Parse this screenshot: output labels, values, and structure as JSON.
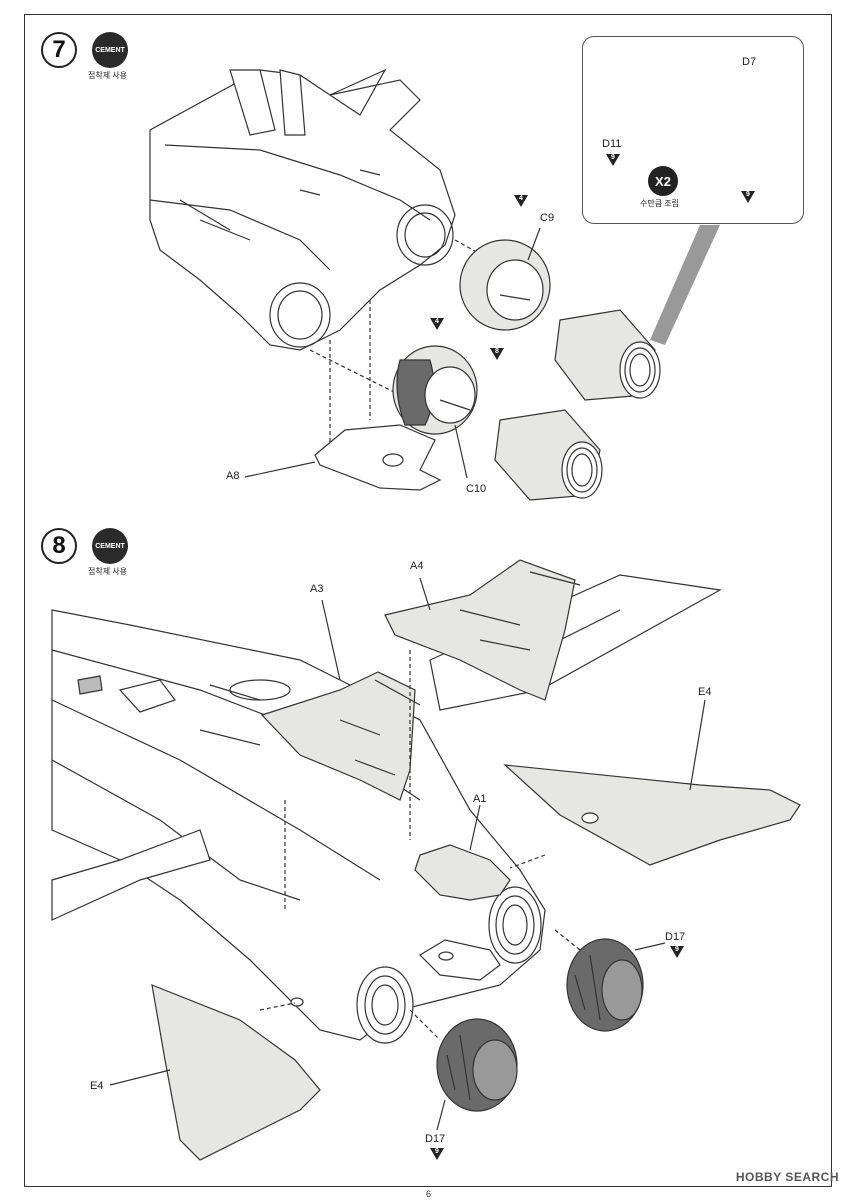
{
  "steps": [
    {
      "number": "7",
      "cement_label": "CEMENT",
      "cement_caption": "접착제 사용"
    },
    {
      "number": "8",
      "cement_label": "CEMENT",
      "cement_caption": "접착제 사용"
    }
  ],
  "inset": {
    "multiplier": "X2",
    "caption": "수만큼 조립",
    "parts": {
      "d7": "D7",
      "d11": "D11"
    },
    "ref_numbers": {
      "d11_ref": "9",
      "d7_ref": "9"
    }
  },
  "step7_parts": {
    "c9": "C9",
    "c10": "C10",
    "a8": "A8",
    "ref_c9": "4",
    "ref_c10_top": "4",
    "ref_c10_side": "8"
  },
  "step8_parts": {
    "a3": "A3",
    "a4": "A4",
    "a1": "A1",
    "e4_right": "E4",
    "e4_left": "E4",
    "d17_right": "D17",
    "d17_left": "D17",
    "ref_d17_right": "9",
    "ref_d17_left": "9"
  },
  "footer": {
    "page_number": "6",
    "watermark": "HOBBY SEARCH"
  },
  "colors": {
    "part_fill": "#e6e6e4",
    "dark_part": "#6a6a6a",
    "line": "#333333"
  }
}
